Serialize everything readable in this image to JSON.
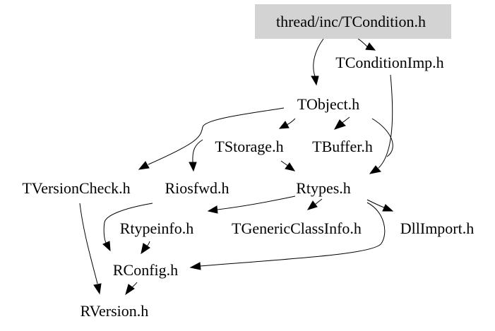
{
  "graph": {
    "root": "thread/inc/TCondition.h",
    "colors": {
      "root_fill": "#d3d3d3",
      "edge": "#000000",
      "text": "#000000",
      "background": "#ffffff"
    },
    "nodes": [
      {
        "id": "tcondition",
        "label": "thread/inc/TCondition.h"
      },
      {
        "id": "tconditionimp",
        "label": "TConditionImp.h"
      },
      {
        "id": "tobject",
        "label": "TObject.h"
      },
      {
        "id": "tstorage",
        "label": "TStorage.h"
      },
      {
        "id": "tbuffer",
        "label": "TBuffer.h"
      },
      {
        "id": "tversioncheck",
        "label": "TVersionCheck.h"
      },
      {
        "id": "riosfwd",
        "label": "Riosfwd.h"
      },
      {
        "id": "rtypes",
        "label": "Rtypes.h"
      },
      {
        "id": "rtypeinfo",
        "label": "Rtypeinfo.h"
      },
      {
        "id": "tgenericclassinfo",
        "label": "TGenericClassInfo.h"
      },
      {
        "id": "dllimport",
        "label": "DllImport.h"
      },
      {
        "id": "rconfig",
        "label": "RConfig.h"
      },
      {
        "id": "rversion",
        "label": "RVersion.h"
      }
    ],
    "edges": [
      {
        "from": "tcondition",
        "to": "tconditionimp"
      },
      {
        "from": "tcondition",
        "to": "tobject"
      },
      {
        "from": "tconditionimp",
        "to": "rtypes"
      },
      {
        "from": "tobject",
        "to": "tstorage"
      },
      {
        "from": "tobject",
        "to": "tbuffer"
      },
      {
        "from": "tobject",
        "to": "tversioncheck"
      },
      {
        "from": "tobject",
        "to": "riosfwd"
      },
      {
        "from": "tobject",
        "to": "rtypes"
      },
      {
        "from": "tstorage",
        "to": "rtypes"
      },
      {
        "from": "tversioncheck",
        "to": "rversion"
      },
      {
        "from": "riosfwd",
        "to": "rconfig"
      },
      {
        "from": "rtypes",
        "to": "rtypeinfo"
      },
      {
        "from": "rtypes",
        "to": "tgenericclassinfo"
      },
      {
        "from": "rtypes",
        "to": "dllimport"
      },
      {
        "from": "rtypes",
        "to": "rconfig"
      },
      {
        "from": "rtypeinfo",
        "to": "rconfig"
      },
      {
        "from": "rconfig",
        "to": "rversion"
      }
    ]
  }
}
